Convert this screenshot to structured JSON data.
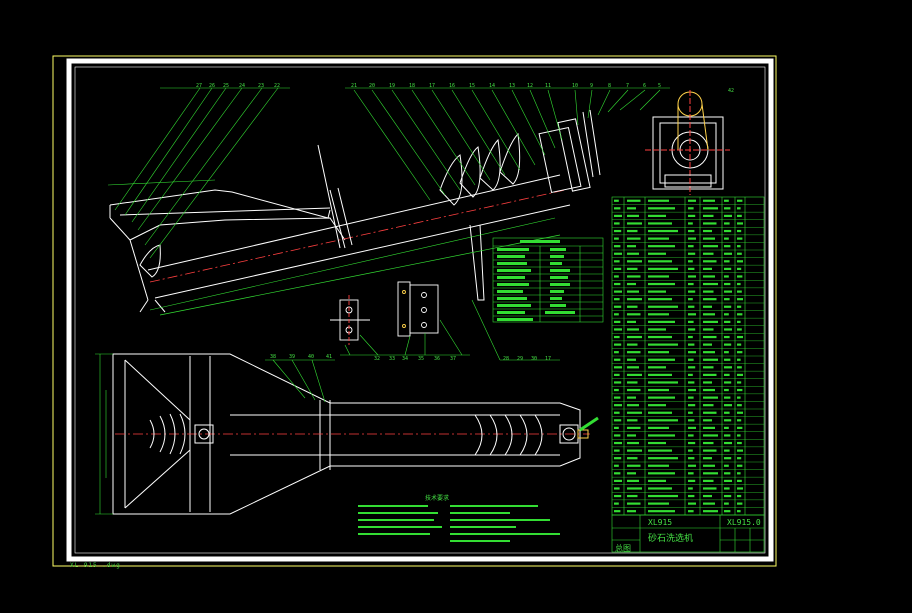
{
  "drawing": {
    "part_code_left": "XL915",
    "part_code_right": "XL915.0",
    "machine_name": "砂石洗选机",
    "sheet_type": "总图"
  },
  "tech_requirements_title": "技术要求",
  "colors": {
    "background": "#000000",
    "frame": "#ffffff",
    "outer_frame": "#ffff66",
    "linework": "#ffffff",
    "dimension": "#33dd33",
    "centerline": "#ff4040",
    "accent": "#ffd24a",
    "table": "#33dd33"
  },
  "statusbar": "XL 915 .dwg"
}
